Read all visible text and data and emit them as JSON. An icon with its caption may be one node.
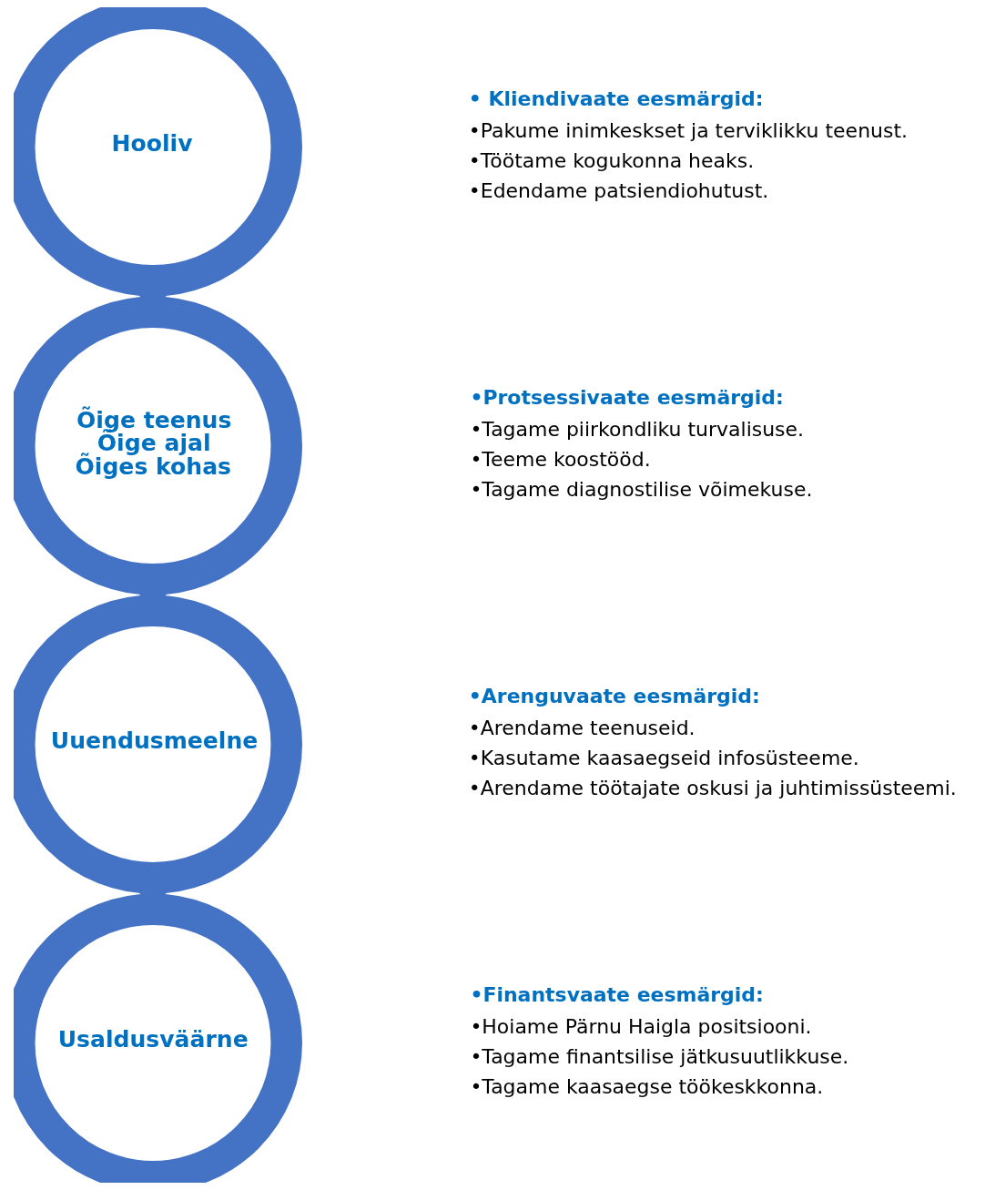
{
  "diagram": {
    "nodes": [
      {
        "text": [
          "Hooliv"
        ],
        "beside": [
          "• Kliendivaate eesmärgid:",
          "•Pakume inimkeskset ja terviklikku teenust.",
          "•Töötame kogukonna heaks.",
          "•Edendame patsiendiohutust."
        ]
      },
      {
        "text": [
          "Õige teenus",
          "Õige ajal",
          "Õiges kohas"
        ],
        "beside": [
          "•Protsessivaate eesmärgid:",
          "•Tagame piirkondliku turvalisuse.",
          "•Teeme koostööd.",
          "•Tagame diagnostilise võimekuse."
        ]
      },
      {
        "text": [
          "Uuendusmeelne"
        ],
        "beside": [
          "•Arenguvaate eesmärgid:",
          "•Arendame teenuseid.",
          "•Kasutame kaasaegseid infosüsteeme.",
          "•Arendame töötajate oskusi ja juhtimissüsteemi."
        ]
      },
      {
        "text": [
          "Usaldusväärne"
        ],
        "beside": [
          "•Finantsvaate eesmärgid:",
          "•Hoiame Pärnu Haigla positsiooni.",
          "•Tagame finantsilise jätkusuutlikkuse.",
          "•Tagame kaasaegse töökeskkonna."
        ]
      }
    ],
    "edges": [
      {
        "from": 0,
        "to": 1,
        "arrow": "to"
      },
      {
        "from": 1,
        "to": 2,
        "arrow": "to"
      },
      {
        "from": 2,
        "to": 3,
        "arrow": "to"
      }
    ]
  }
}
